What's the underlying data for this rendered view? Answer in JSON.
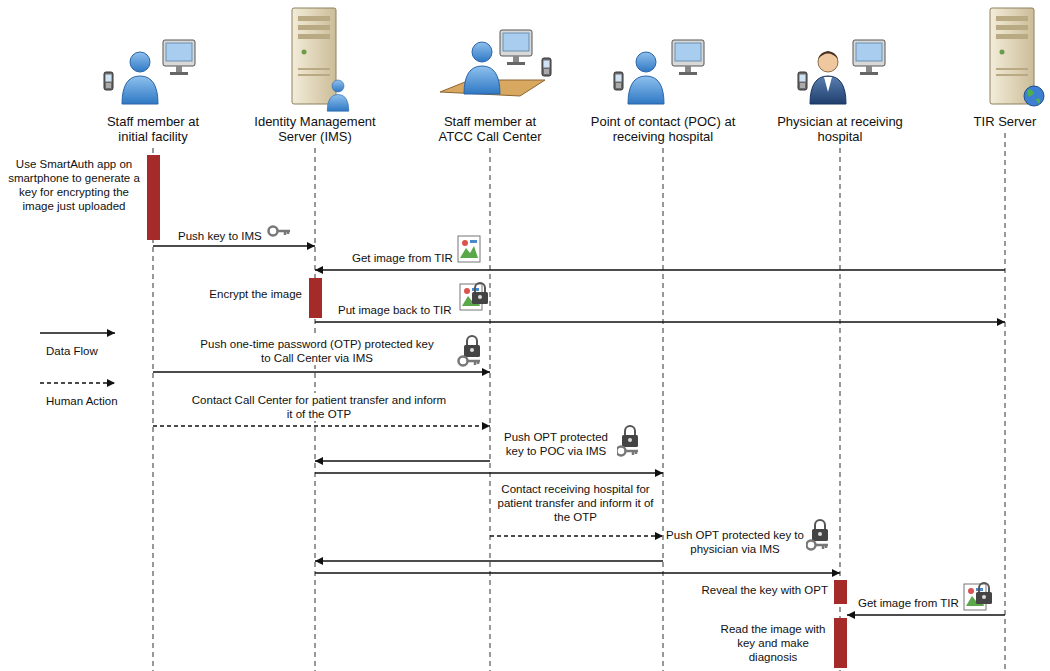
{
  "diagram": {
    "nodes": [
      {
        "text": [
          "Staff member at initial facility"
        ]
      },
      {
        "text": [
          "Identity Management Server (IMS)"
        ]
      },
      {
        "text": [
          "Staff member at ATCC Call Center"
        ]
      },
      {
        "text": [
          "Point of contact (POC) at receiving hospital"
        ]
      },
      {
        "text": [
          "Physician at receiving hospital"
        ]
      },
      {
        "text": [
          "TIR Server"
        ]
      }
    ],
    "edges": [
      {
        "from": 0,
        "to": 1,
        "arrow": "to",
        "label": "Push key to IMS"
      },
      {
        "from": 5,
        "to": 1,
        "arrow": "to",
        "label": "Get image from TIR"
      },
      {
        "from": 1,
        "to": 5,
        "arrow": "to",
        "label": "Put image back to TIR"
      },
      {
        "from": 0,
        "to": 2,
        "arrow": "to",
        "label": "Push one-time password (OTP) protected key to Call Center via IMS"
      },
      {
        "from": 0,
        "to": 2,
        "arrow": "to",
        "label": "Contact Call Center for patient transfer and inform it of the OTP"
      },
      {
        "from": 2,
        "to": 1,
        "arrow": "to"
      },
      {
        "from": 1,
        "to": 3,
        "arrow": "to",
        "label": "Push OPT protected key to POC via IMS"
      },
      {
        "from": 2,
        "to": 3,
        "arrow": "to",
        "label": "Contact receiving hospital for patient transfer and inform it of the OTP"
      },
      {
        "from": 3,
        "to": 1,
        "arrow": "to"
      },
      {
        "from": 1,
        "to": 4,
        "arrow": "to",
        "label": "Push OPT protected key to physician via IMS"
      },
      {
        "from": 5,
        "to": 4,
        "arrow": "to",
        "label": "Get image from TIR"
      }
    ],
    "labels": [
      "Use SmartAuth app on smartphone to generate a key for encrypting the image just uploaded",
      "Encrypt the image",
      "Reveal the key with OPT",
      "Read the image with key and make diagnosis"
    ],
    "legend": [
      {
        "text": "Data Flow"
      },
      {
        "text": "Human Action"
      }
    ]
  }
}
